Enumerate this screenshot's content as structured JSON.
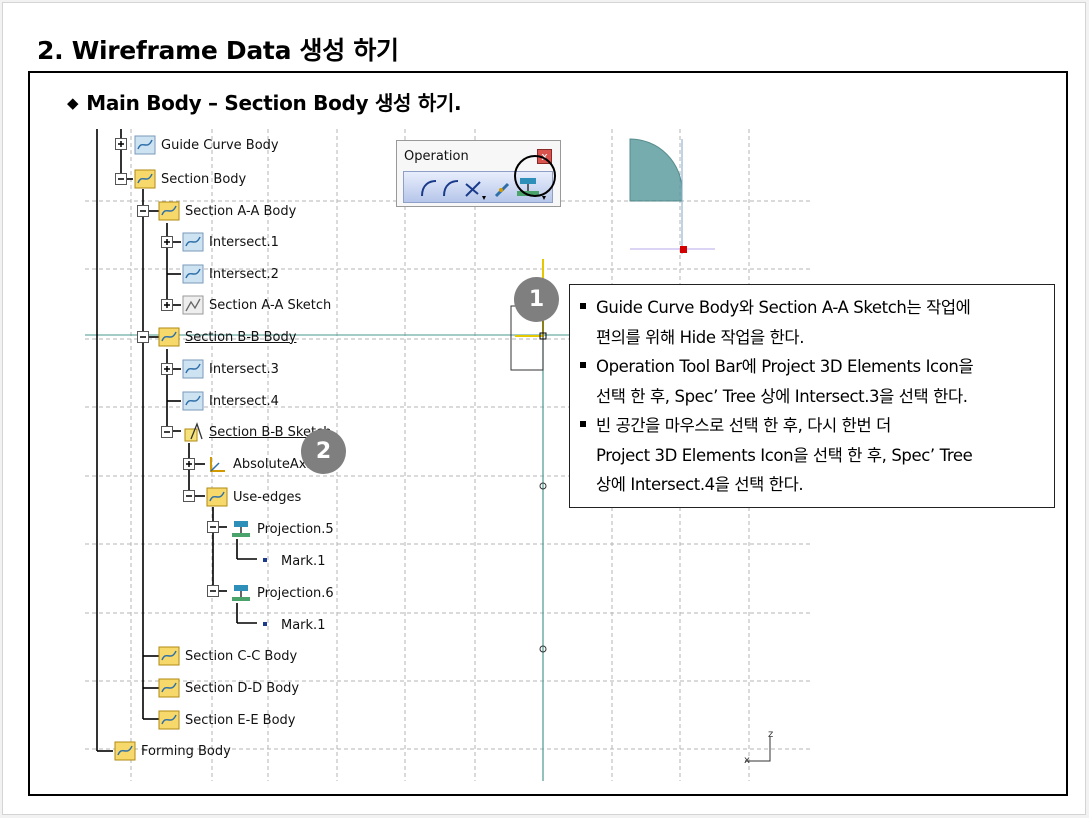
{
  "slide": {
    "title": "2. Wireframe Data 생성 하기",
    "subtitle": "Main Body – Section Body 생성 하기."
  },
  "toolbar": {
    "title": "Operation",
    "close_label": "x"
  },
  "badges": {
    "step1": "1",
    "step2": "2"
  },
  "tree": {
    "items": [
      {
        "label": "Guide Curve Body",
        "underlined": false
      },
      {
        "label": "Section Body",
        "underlined": false
      },
      {
        "label": "Section A-A Body",
        "underlined": false
      },
      {
        "label": "Intersect.1",
        "underlined": false
      },
      {
        "label": "Intersect.2",
        "underlined": false
      },
      {
        "label": "Section A-A Sketch",
        "underlined": false
      },
      {
        "label": "Section B-B Body",
        "underlined": true
      },
      {
        "label": "Intersect.3",
        "underlined": false
      },
      {
        "label": "Intersect.4",
        "underlined": false
      },
      {
        "label": "Section B-B Sketch",
        "underlined": true
      },
      {
        "label": "AbsoluteAxis",
        "underlined": false
      },
      {
        "label": "Use-edges",
        "underlined": false
      },
      {
        "label": "Projection.5",
        "underlined": false
      },
      {
        "label": "Mark.1",
        "underlined": false
      },
      {
        "label": "Projection.6",
        "underlined": false
      },
      {
        "label": "Mark.1",
        "underlined": false
      },
      {
        "label": "Section C-C Body",
        "underlined": false
      },
      {
        "label": "Section D-D Body",
        "underlined": false
      },
      {
        "label": "Section E-E Body",
        "underlined": false
      },
      {
        "label": "Forming Body",
        "underlined": false
      }
    ]
  },
  "axis": {
    "z_label": "z",
    "x_label": "x"
  },
  "callout": {
    "bullets": [
      "Guide Curve Body와 Section A-A Sketch는 작업에",
      "편의를 위해 Hide 작업을 한다.",
      "Operation Tool Bar에 Project 3D Elements Icon을",
      "선택 한 후, Spec’ Tree 상에 Intersect.3을 선택 한다.",
      "빈 공간을 마우스로 선택 한 후, 다시 한번 더",
      "Project 3D Elements Icon을 선택 한 후, Spec’ Tree",
      "상에 Intersect.4을 선택 한다."
    ]
  },
  "colors": {
    "frame_border": "#000000",
    "badge": "#7f7f7f",
    "grid": "#b0b0b0",
    "highlight_line": "#4a9a8e",
    "yellow_curve": "#e6c800",
    "shape_fill": "#5f9ea0"
  }
}
